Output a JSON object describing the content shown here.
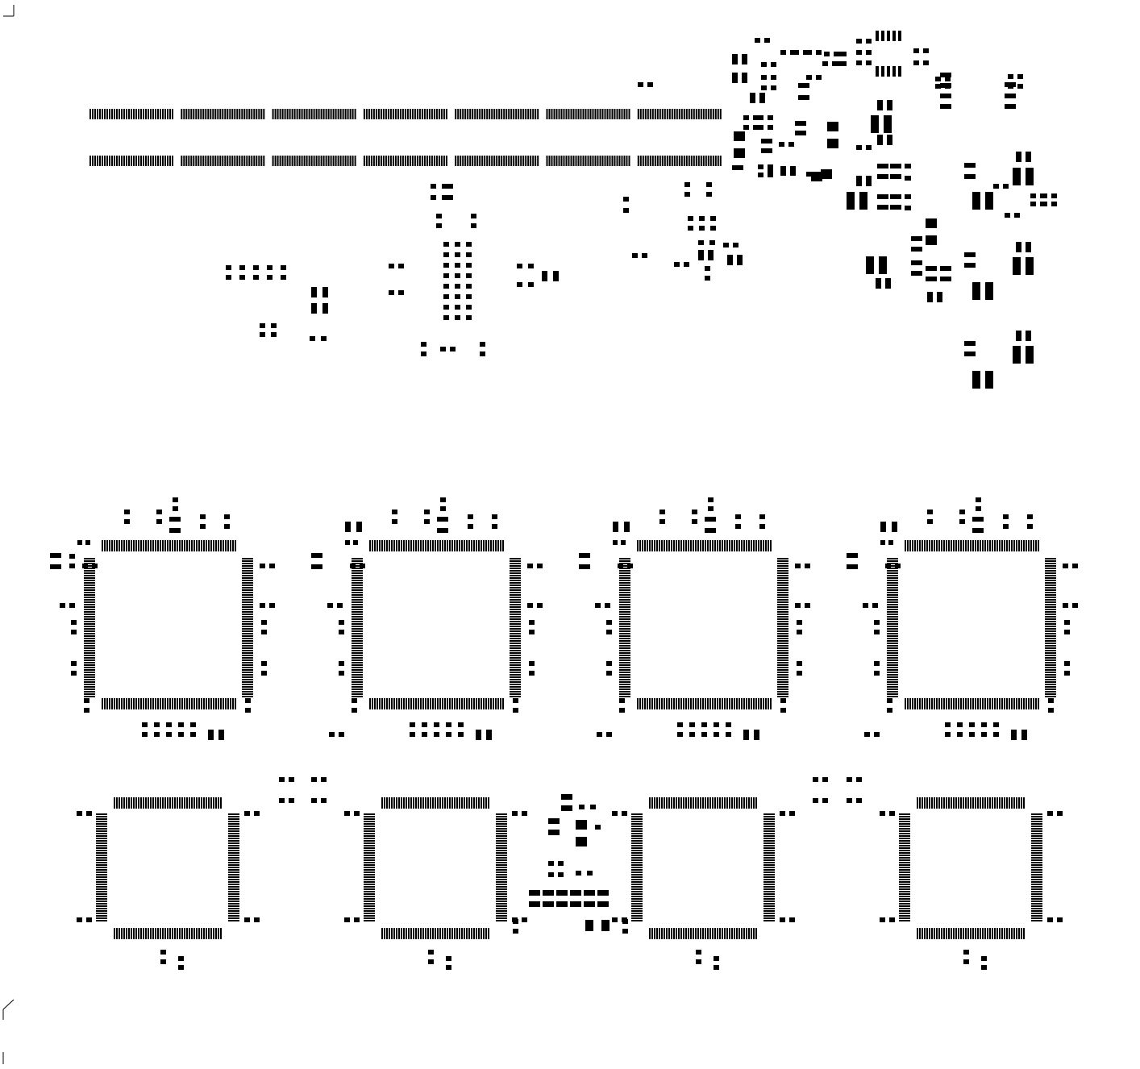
{
  "drawing": {
    "type": "pcb-solder-paste-layer",
    "background_color": "#ffffff",
    "pad_color": "#000000",
    "connector": {
      "segments_per_row": 7,
      "rows": 2
    },
    "qfp_packages": [
      {
        "name": "qfp-1",
        "row": 1
      },
      {
        "name": "qfp-2",
        "row": 1
      },
      {
        "name": "qfp-3",
        "row": 1
      },
      {
        "name": "qfp-4",
        "row": 1
      },
      {
        "name": "qfp-5",
        "row": 2
      },
      {
        "name": "qfp-6",
        "row": 2
      },
      {
        "name": "qfp-7",
        "row": 2
      },
      {
        "name": "qfp-8",
        "row": 2
      }
    ],
    "corner_marks": [
      "top-left",
      "bottom-left"
    ]
  }
}
